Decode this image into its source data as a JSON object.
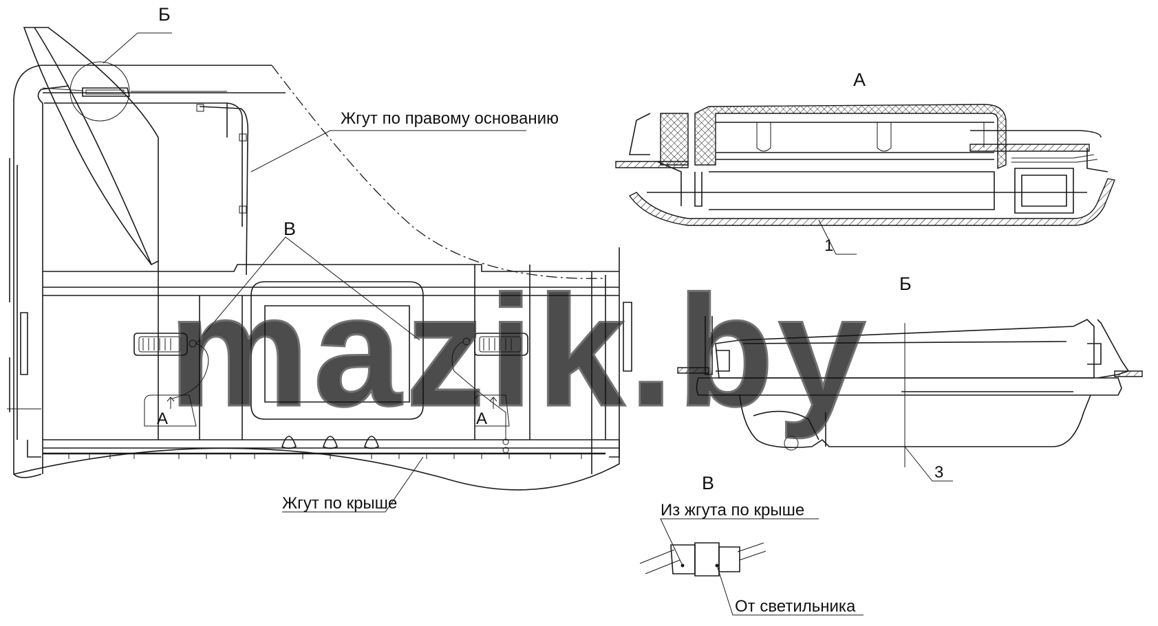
{
  "labels": {
    "view_a_title": "А",
    "view_b_title": "Б",
    "view_v_title": "В",
    "callout_b_main": "Б",
    "callout_v_main": "В",
    "arrow_a_left": "А",
    "arrow_a_right": "А",
    "harness_right_base": "Жгут по правому основанию",
    "harness_roof": "Жгут по крыше",
    "from_roof_harness": "Из жгута по крыше",
    "from_lamp": "От светильника",
    "pos_1": "1",
    "pos_3": "3"
  },
  "watermark": "mazik.by",
  "colors": {
    "line": "#1a1a1a",
    "background": "#ffffff"
  }
}
